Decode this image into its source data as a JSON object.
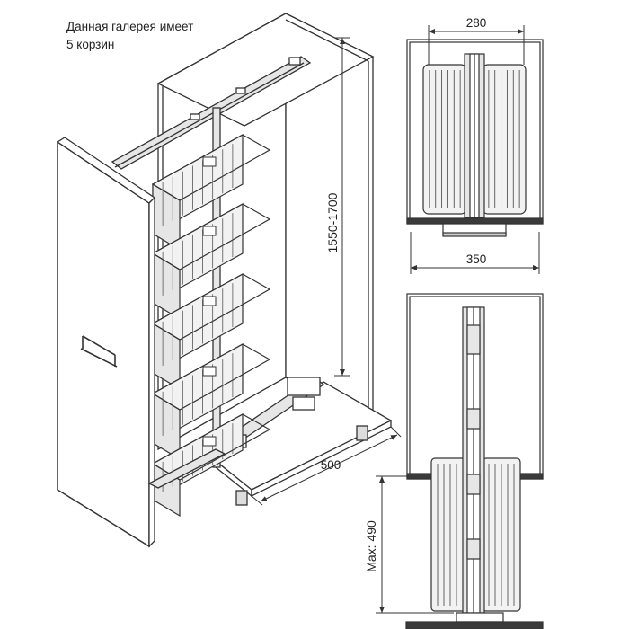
{
  "caption": {
    "line1": "Данная галерея имеет",
    "line2": "5 корзин"
  },
  "dimensions": {
    "height": "1550-1700",
    "depth": "500",
    "top_width": "280",
    "top_depth": "350",
    "max_extension": "Max: 490"
  },
  "colors": {
    "line": "#333333",
    "cabinet_fill": "#ffffff",
    "drawer_dark": "#3a3a3a",
    "basket_fill": "#f2f2f2",
    "rail_fill": "#e6e6e6"
  }
}
